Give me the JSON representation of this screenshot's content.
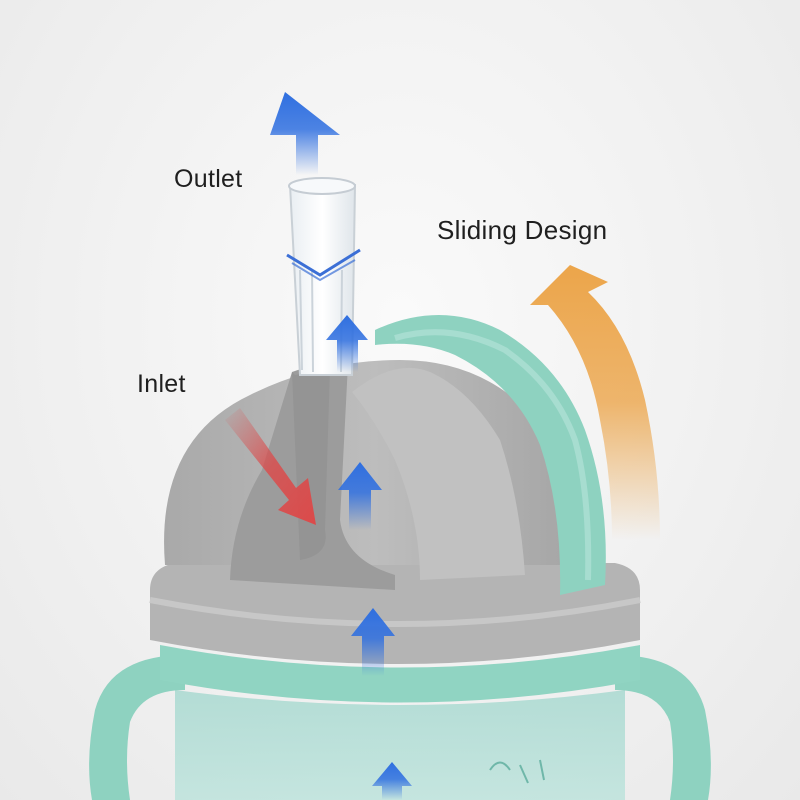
{
  "labels": {
    "outlet": "Outlet",
    "inlet": "Inlet",
    "sliding_design": "Sliding Design"
  },
  "colors": {
    "background": "#f0f0f0",
    "lid_gray": "#b5b5b5",
    "handle_mint": "#8ed2c0",
    "flow_arrow_blue": "#2f6fe0",
    "inlet_arrow_red": "#dc4a4a",
    "sliding_arrow_orange": "#eca54a"
  },
  "icons": {
    "flow_arrows": "arrow-up-icon",
    "inlet_arrow": "arrow-down-right-icon",
    "sliding_arrow": "curved-arrow-icon"
  }
}
